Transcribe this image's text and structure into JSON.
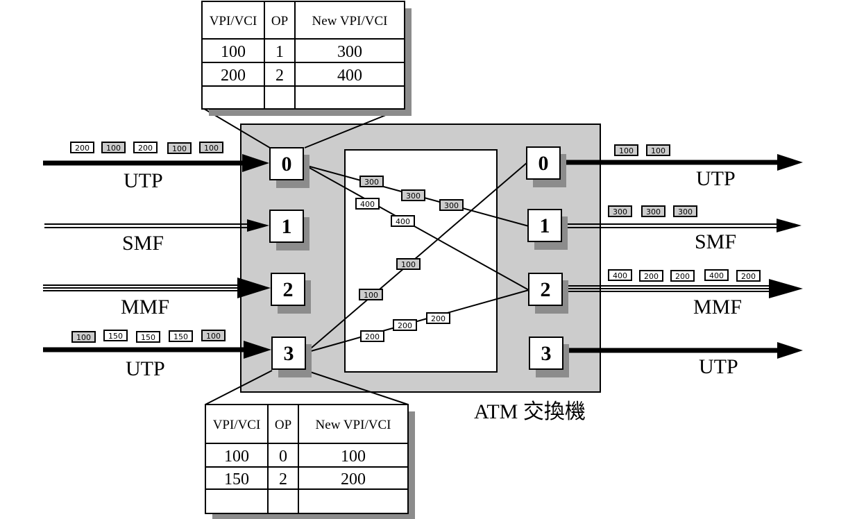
{
  "title": "ATM 交換機",
  "colors": {
    "switch_fill": "#cccccc",
    "shadow": "#8c8c8c",
    "cell_gray": "#cccccc",
    "cell_white": "#ffffff",
    "line": "#000000"
  },
  "input_links": [
    {
      "port": "0",
      "medium": "UTP",
      "cells": [
        {
          "v": "200",
          "shade": "white"
        },
        {
          "v": "100",
          "shade": "gray"
        },
        {
          "v": "200",
          "shade": "white"
        },
        {
          "v": "100",
          "shade": "gray"
        },
        {
          "v": "100",
          "shade": "gray"
        }
      ]
    },
    {
      "port": "1",
      "medium": "SMF",
      "cells": []
    },
    {
      "port": "2",
      "medium": "MMF",
      "cells": []
    },
    {
      "port": "3",
      "medium": "UTP",
      "cells": [
        {
          "v": "100",
          "shade": "gray"
        },
        {
          "v": "150",
          "shade": "white"
        },
        {
          "v": "150",
          "shade": "white"
        },
        {
          "v": "150",
          "shade": "white"
        },
        {
          "v": "100",
          "shade": "gray"
        }
      ]
    }
  ],
  "output_links": [
    {
      "port": "0",
      "medium": "UTP",
      "cells": [
        {
          "v": "100",
          "shade": "gray"
        },
        {
          "v": "100",
          "shade": "gray"
        }
      ]
    },
    {
      "port": "1",
      "medium": "SMF",
      "cells": [
        {
          "v": "300",
          "shade": "gray"
        },
        {
          "v": "300",
          "shade": "gray"
        },
        {
          "v": "300",
          "shade": "gray"
        }
      ]
    },
    {
      "port": "2",
      "medium": "MMF",
      "cells": [
        {
          "v": "400",
          "shade": "white"
        },
        {
          "v": "200",
          "shade": "white"
        },
        {
          "v": "200",
          "shade": "white"
        },
        {
          "v": "400",
          "shade": "white"
        },
        {
          "v": "200",
          "shade": "white"
        }
      ]
    },
    {
      "port": "3",
      "medium": "UTP",
      "cells": []
    }
  ],
  "internal_paths": [
    {
      "from": "in0",
      "to": "out1",
      "cells": [
        {
          "v": "300",
          "shade": "gray"
        },
        {
          "v": "300",
          "shade": "gray"
        },
        {
          "v": "300",
          "shade": "gray"
        }
      ]
    },
    {
      "from": "in0",
      "to": "out2",
      "cells": [
        {
          "v": "400",
          "shade": "white"
        },
        {
          "v": "400",
          "shade": "white"
        }
      ]
    },
    {
      "from": "in3",
      "to": "out0",
      "cells": [
        {
          "v": "100",
          "shade": "gray"
        },
        {
          "v": "100",
          "shade": "gray"
        }
      ]
    },
    {
      "from": "in3",
      "to": "out2",
      "cells": [
        {
          "v": "200",
          "shade": "white"
        },
        {
          "v": "200",
          "shade": "white"
        },
        {
          "v": "200",
          "shade": "white"
        }
      ]
    }
  ],
  "tables": {
    "port0": {
      "headers": [
        "VPI/VCI",
        "OP",
        "New VPI/VCI"
      ],
      "rows": [
        [
          "100",
          "1",
          "300"
        ],
        [
          "200",
          "2",
          "400"
        ],
        [
          "",
          "",
          ""
        ]
      ]
    },
    "port3": {
      "headers": [
        "VPI/VCI",
        "OP",
        "New VPI/VCI"
      ],
      "rows": [
        [
          "100",
          "0",
          "100"
        ],
        [
          "150",
          "2",
          "200"
        ],
        [
          "",
          "",
          ""
        ]
      ]
    }
  }
}
